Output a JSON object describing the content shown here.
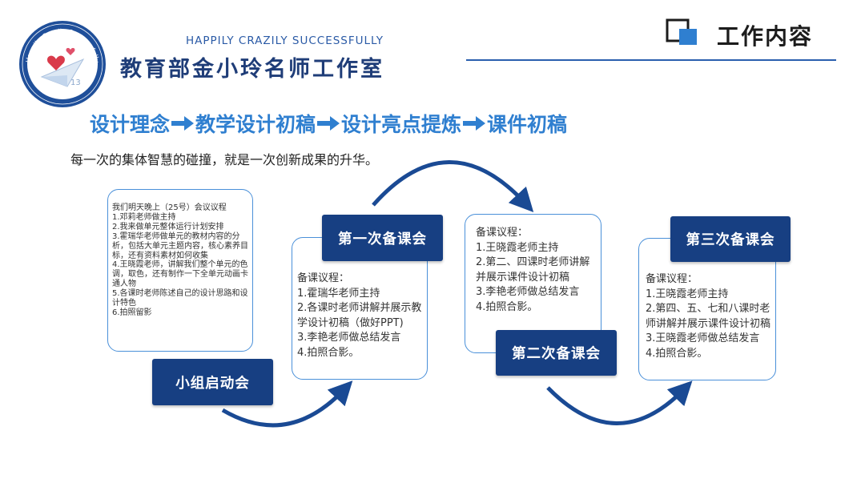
{
  "header": {
    "tagline": "HAPPILY  CRAZILY  SUCCESSFULLY",
    "studio_name": "教育部金小玲名师工作室",
    "section_title": "工作内容",
    "logo": {
      "arc_top": "Happily Crazily Successfully",
      "arc_bottom": "教育部金小玲名师工作室",
      "badge": "13"
    }
  },
  "flow": {
    "steps": [
      "设计理念",
      "教学设计初稿",
      "设计亮点提炼",
      "课件初稿"
    ]
  },
  "subtitle": "每一次的集体智慧的碰撞，就是一次创新成果的升华。",
  "stages": [
    {
      "label": "小组启动会",
      "notes": "我们明天晚上（25号）会议议程\n1.邓莉老师做主持\n2.我来做单元整体运行计划安排\n3.霍瑞华老师做单元的教材内容的分析，包括大单元主题内容，核心素养目标，还有资料素材如何收集\n4.王晓霞老师，讲解我们整个单元的色调，取色，还有制作一下全单元动画卡通人物\n5.各课时老师陈述自己的设计思路和设计特色\n6.拍照留影"
    },
    {
      "label": "第一次备课会",
      "notes": "备课议程：\n1.霍瑞华老师主持\n2.各课时老师讲解并展示教学设计初稿（做好PPT)\n3.李艳老师做总结发言\n4.拍照合影。"
    },
    {
      "label": "第二次备课会",
      "notes": "备课议程：\n1.王晓霞老师主持\n2.第二、四课时老师讲解并展示课件设计初稿\n3.李艳老师做总结发言\n4.拍照合影。"
    },
    {
      "label": "第三次备课会",
      "notes": "备课议程：\n1.王晓霞老师主持\n2.第四、五、七和八课时老师讲解并展示课件设计初稿\n3.王晓霞老师做总结发言\n4.拍照合影。"
    }
  ],
  "colors": {
    "label_bg": "#173f82",
    "flow_text": "#2f7fd0",
    "arrow": "#1a4a94",
    "box_border": "#4a90d9"
  }
}
